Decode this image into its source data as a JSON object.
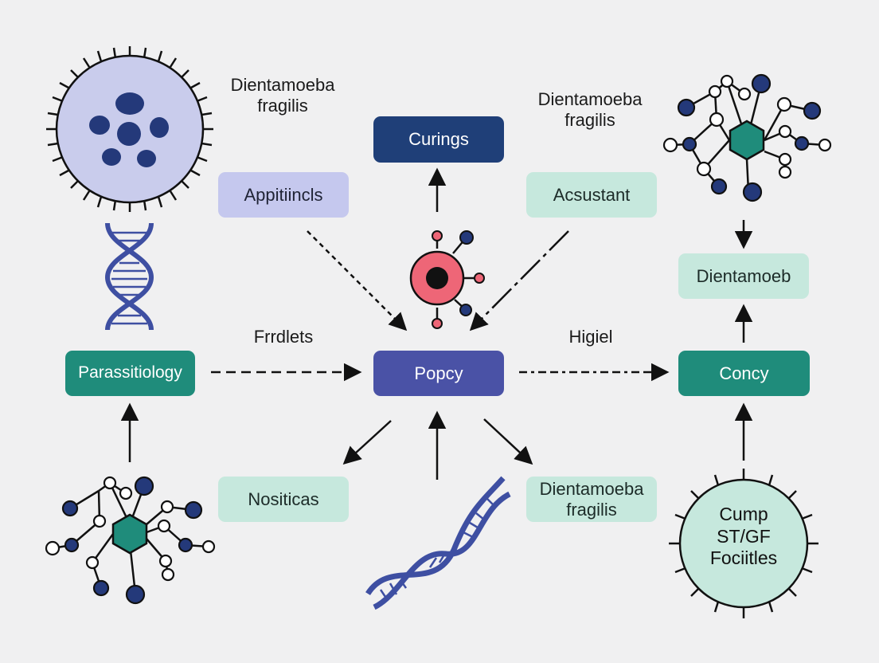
{
  "colors": {
    "background": "#f0f0f1",
    "navy": "#1f3f78",
    "teal": "#1f8c7b",
    "indigo": "#4a52a6",
    "lavender": "#c5c8ee",
    "mint": "#c6e8dd",
    "cell_fill": "#c9ccec",
    "virus_red": "#ee6677",
    "molecule_dark": "#24397a"
  },
  "nodes": {
    "curings": "Curings",
    "appitiincls": "Appitiincls",
    "acsustant": "Acsustant",
    "dientamoeb": "Dientamoeb",
    "parasitiology": "Parassitiology",
    "popcy": "Popcy",
    "concy": "Concy",
    "nositicas": "Nositicas",
    "df_bottom_line1": "Dientamoeba",
    "df_bottom_line2": "fragilis"
  },
  "labels": {
    "top_left_line1": "Dientamoeba",
    "top_left_line2": "fragilis",
    "top_right_line1": "Dientamoeba",
    "top_right_line2": "fragilis",
    "frrdlets": "Frrdlets",
    "higiel": "Higiel"
  },
  "circle_text": {
    "line1": "Cump",
    "line2": "ST/GF",
    "line3": "Fociitles"
  },
  "icons": [
    "protozoa-cell-icon",
    "dna-helix-icon",
    "molecule-network-icon",
    "virus-icon",
    "bacterium-circle-icon"
  ]
}
